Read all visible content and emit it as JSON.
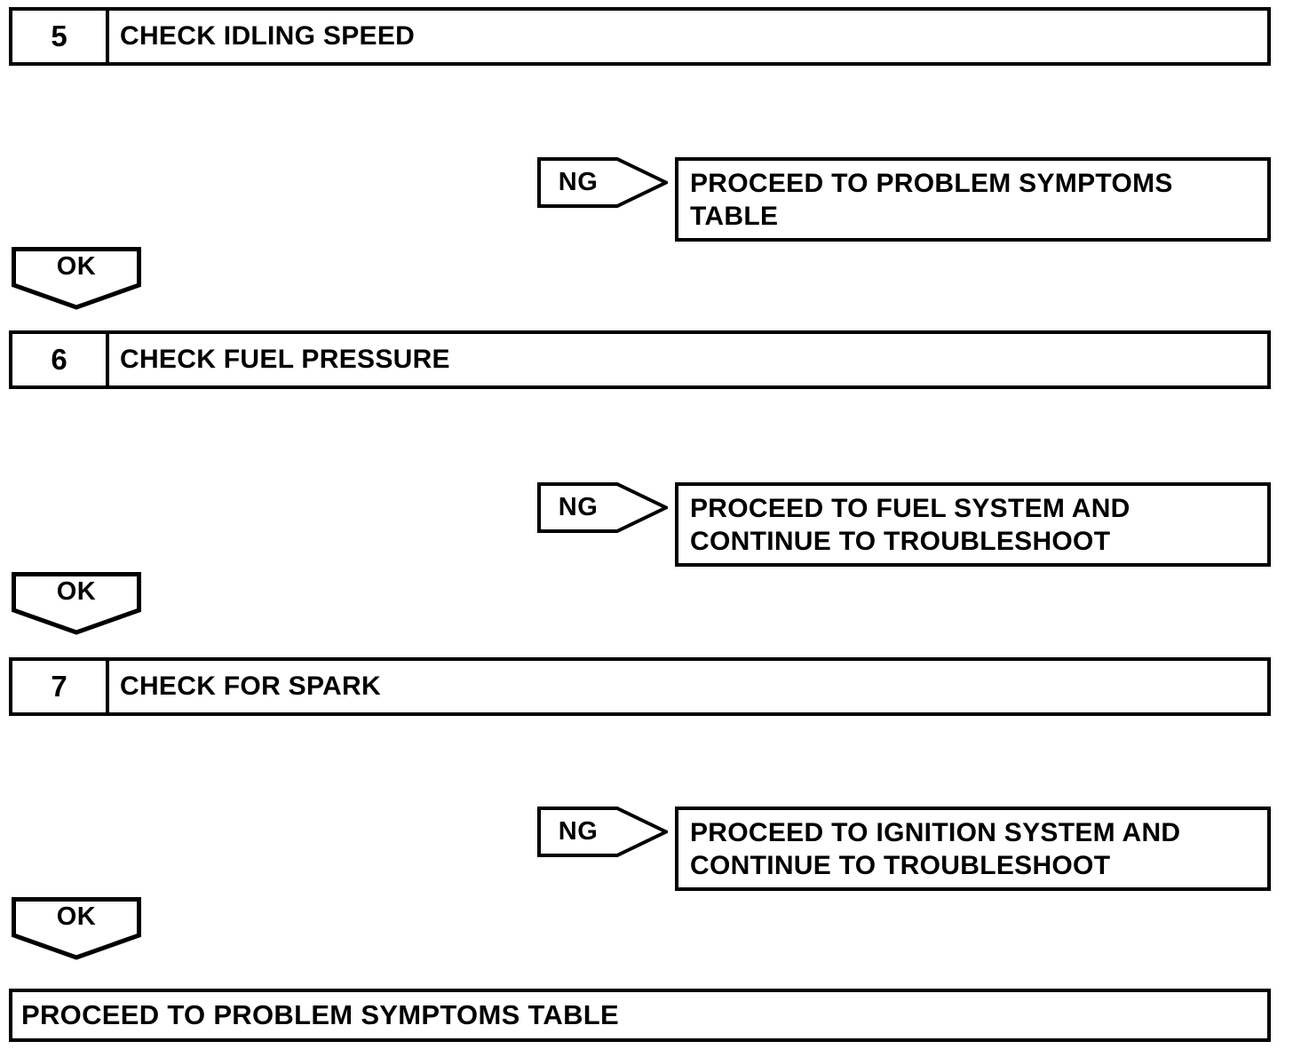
{
  "page": {
    "background_color": "#ffffff",
    "line_color": "#000000"
  },
  "flowchart": {
    "connector_labels": {
      "ng": "NG",
      "ok": "OK"
    },
    "steps": [
      {
        "number": "5",
        "title": "CHECK IDLING SPEED",
        "result_lines": [
          "PROCEED TO PROBLEM SYMPTOMS",
          "TABLE"
        ],
        "result_text": "PROCEED TO PROBLEM SYMPTOMS TABLE"
      },
      {
        "number": "6",
        "title": "CHECK FUEL PRESSURE",
        "result_lines": [
          "PROCEED TO FUEL SYSTEM AND",
          "CONTINUE TO TROUBLESHOOT"
        ],
        "result_text": "PROCEED TO FUEL SYSTEM AND CONTINUE TO TROUBLESHOOT"
      },
      {
        "number": "7",
        "title": "CHECK FOR SPARK",
        "result_lines": [
          "PROCEED TO IGNITION SYSTEM AND",
          "CONTINUE TO TROUBLESHOOT"
        ],
        "result_text": "PROCEED TO IGNITION SYSTEM AND CONTINUE TO TROUBLESHOOT"
      }
    ],
    "final_action": "PROCEED TO PROBLEM SYMPTOMS TABLE"
  }
}
